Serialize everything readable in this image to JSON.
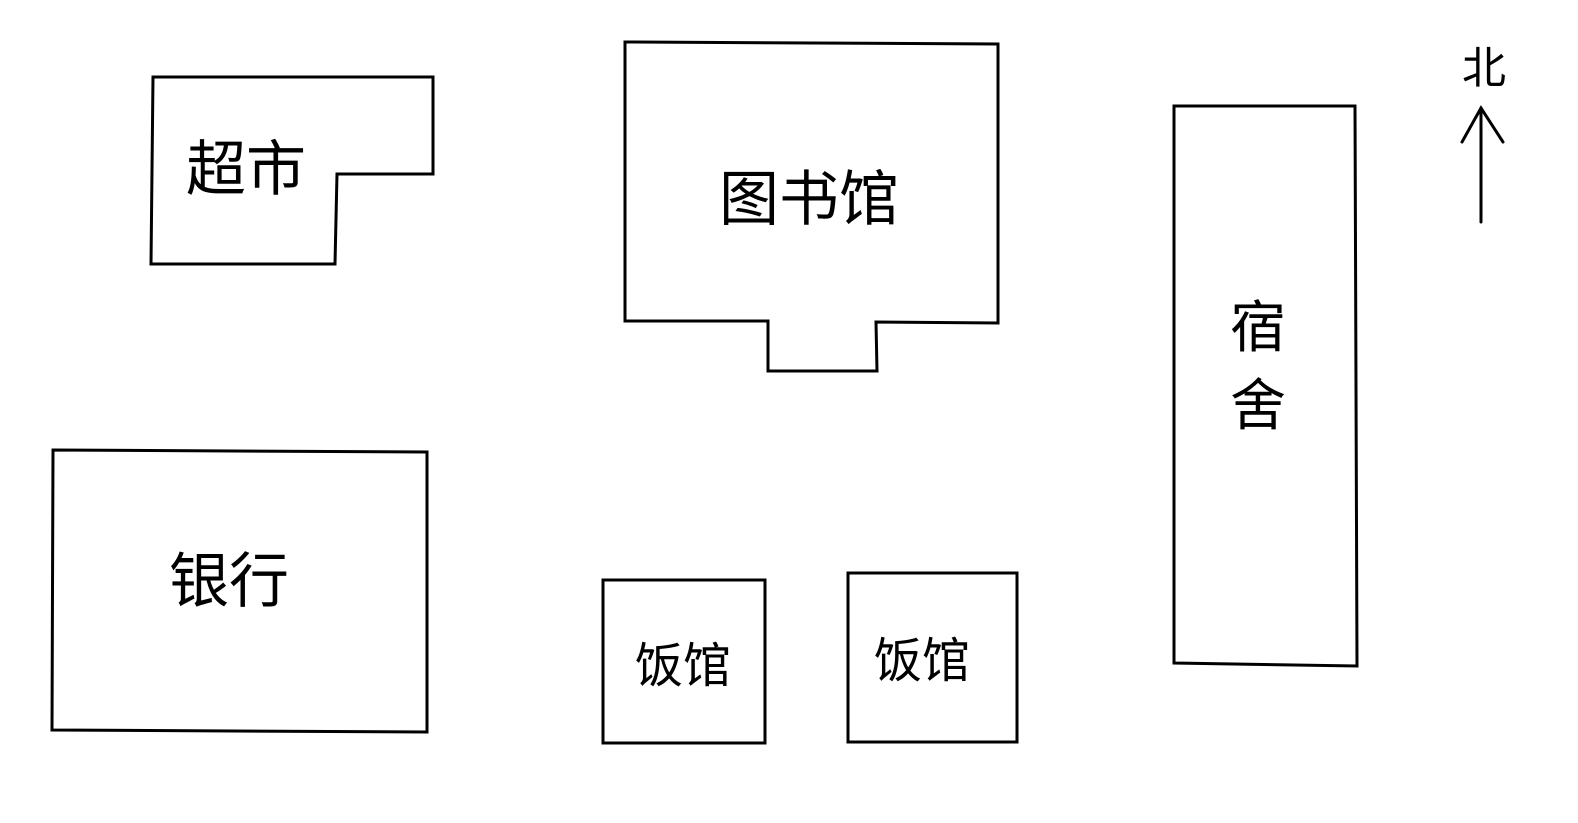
{
  "map": {
    "buildings": {
      "supermarket": {
        "label": "超市"
      },
      "library": {
        "label": "图书馆"
      },
      "dormitory": {
        "label_line1": "宿",
        "label_line2": "舍"
      },
      "bank": {
        "label": "银行"
      },
      "restaurant_1": {
        "label": "饭馆"
      },
      "restaurant_2": {
        "label": "饭馆"
      }
    },
    "compass": {
      "north_label": "北",
      "icon": "north-arrow-icon"
    },
    "colors": {
      "background": "#ffffff",
      "ink": "#000000"
    }
  }
}
